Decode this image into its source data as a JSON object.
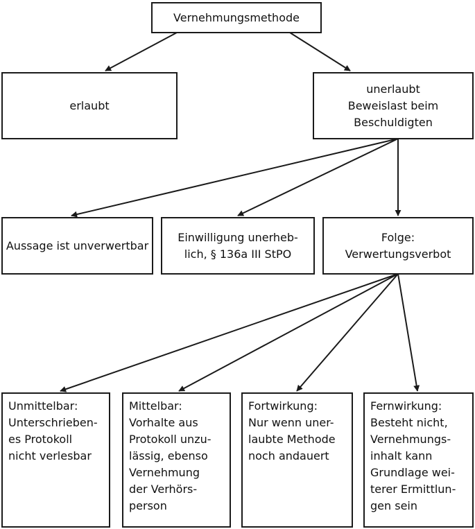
{
  "root": {
    "line1": "Vernehmungsmethode"
  },
  "level1": {
    "left": {
      "line1": "erlaubt"
    },
    "right": {
      "line1": "unerlaubt",
      "line2": "Beweislast beim",
      "line3": "Beschuldigten"
    }
  },
  "level2": {
    "a": {
      "line1": "Aussage ist unverwertbar"
    },
    "b": {
      "line1": "Einwilligung unerheb-",
      "line2": "lich, § 136a III StPO"
    },
    "c": {
      "line1": "Folge:",
      "line2": "Verwertungsverbot"
    }
  },
  "level3": {
    "a": {
      "line1": "Unmittelbar:",
      "line2": "Unterschrieben-",
      "line3": "es Protokoll",
      "line4": "nicht verlesbar"
    },
    "b": {
      "line1": "Mittelbar:",
      "line2": "Vorhalte aus",
      "line3": "Protokoll unzu-",
      "line4": "lässig, ebenso",
      "line5": "Vernehmung",
      "line6": "der Verhörs-",
      "line7": "person"
    },
    "c": {
      "line1": "Fortwirkung:",
      "line2": "Nur wenn uner-",
      "line3": "laubte Methode",
      "line4": "noch andauert"
    },
    "d": {
      "line1": "Fernwirkung:",
      "line2": "Besteht nicht,",
      "line3": "Vernehmungs-",
      "line4": "inhalt kann",
      "line5": "Grundlage wei-",
      "line6": "terer Ermittlun-",
      "line7": "gen sein"
    }
  }
}
